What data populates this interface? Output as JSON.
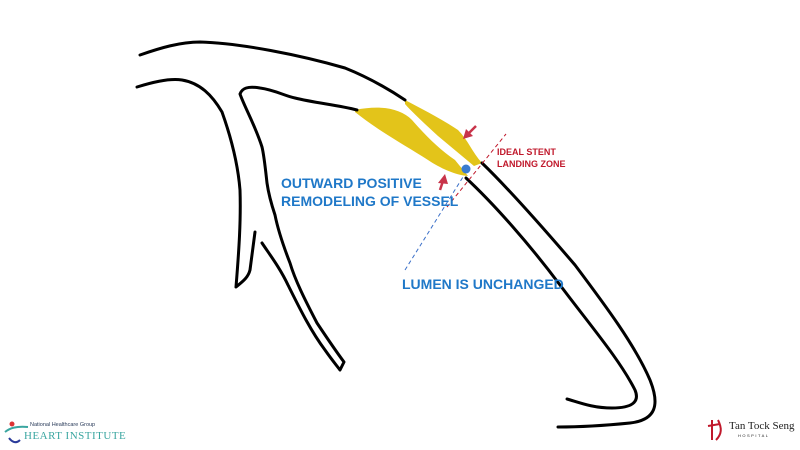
{
  "labels": {
    "remodeling_line1": "OUTWARD POSITIVE",
    "remodeling_line2": "REMODELING OF VESSEL",
    "lumen": "LUMEN IS UNCHANGED",
    "stent_line1": "IDEAL STENT",
    "stent_line2": "LANDING ZONE"
  },
  "logos": {
    "left_top": "National Healthcare Group",
    "left_main": "HEART INSTITUTE",
    "right_main": "Tan Tock Seng",
    "right_sub": "HOSPITAL"
  },
  "colors": {
    "plaque": "#e3c41a",
    "label_blue": "#1f78c8",
    "label_red": "#c0182b",
    "arrow": "#c8344a",
    "vessel": "#000000"
  }
}
